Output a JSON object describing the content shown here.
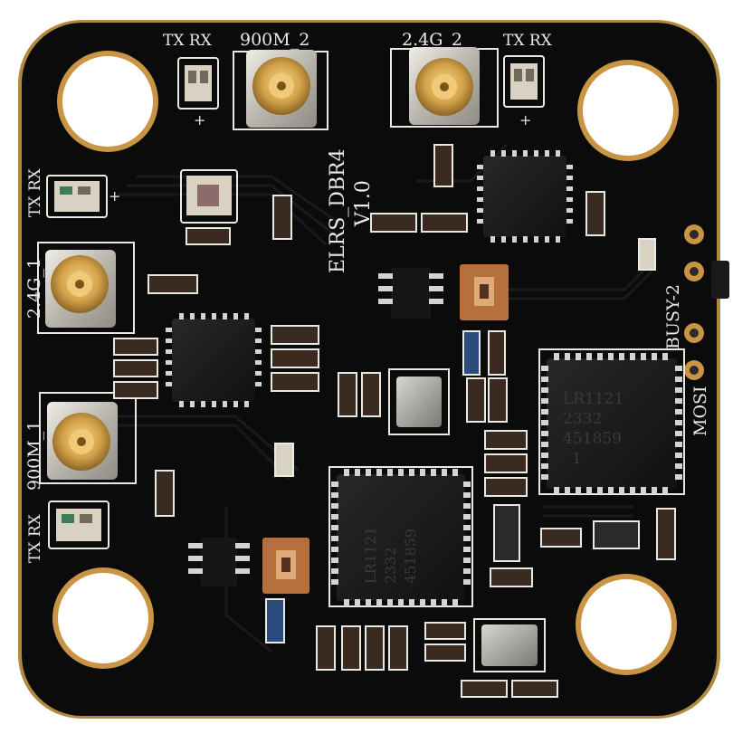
{
  "board": {
    "colors": {
      "pcb": "#0b0b0c",
      "edge": "#b08a3e",
      "silkscreen": "#e9e9e6",
      "gold": "#d3a24a",
      "chip": "#1b1b1d",
      "resistor": "#3a2a1f",
      "led": "#d9d2c3"
    },
    "silkscreen": {
      "top_left_txrx": "TX RX",
      "top_900m_2": "900M_2",
      "top_24g_2": "2.4G_2",
      "top_right_txrx": "TX RX",
      "left_txrx": "TX RX",
      "left_24g_1": "2.4G_1",
      "left_900m_1": "900M_1",
      "left_bottom_txrx": "TX RX",
      "board_name": "ELRS_DBR4",
      "board_version": "V1.0",
      "busy_pin": "BUSY-2",
      "mosi_pin": "MOSI",
      "chip_right_line1": "LR1121",
      "chip_right_line2": "2332",
      "chip_right_line3": "451859",
      "chip_right_line4": "1",
      "chip_center_line1": "LR1121",
      "chip_center_line2": "2332",
      "chip_center_line3": "451859",
      "plus_sign": "+"
    }
  }
}
